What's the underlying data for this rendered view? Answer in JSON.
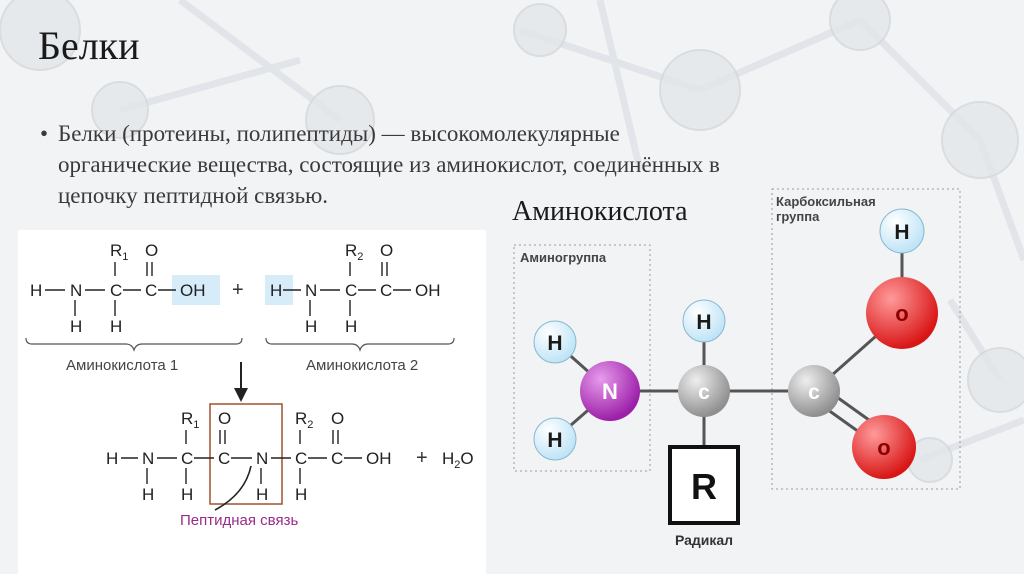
{
  "slide": {
    "title": "Белки",
    "bullet_marker": "•",
    "bullet_text": "Белки (протеины, полипептиды) — высокомолекулярные органические вещества, состоящие из аминокислот, соединённых в цепочку пептидной связью."
  },
  "reaction": {
    "h": "H",
    "n": "N",
    "c": "C",
    "o": "O",
    "oh": "OH",
    "r1": "R",
    "r1_sub": "1",
    "r2": "R",
    "r2_sub": "2",
    "plus": "+",
    "water": "H",
    "water_sub": "2",
    "water_o": "O",
    "label_aa1": "Аминокислота 1",
    "label_aa2": "Аминокислота 2",
    "peptide_bond_label": "Пептидная связь",
    "highlight_color": "#d6ecf8",
    "peptide_color": "#9a2b8a",
    "box_color": "#a0522d"
  },
  "molecule": {
    "title": "Аминокислота",
    "amino_group_label": "Аминогруппа",
    "carboxyl_group_label_1": "Карбоксильная",
    "carboxyl_group_label_2": "группа",
    "radical_label": "Радикал",
    "atom_h": "H",
    "atom_n": "N",
    "atom_c": "c",
    "atom_o": "o",
    "radical_symbol": "R",
    "colors": {
      "hydrogen": "#bfe4f7",
      "nitrogen": "#9b1fa8",
      "carbon": "#8f8f8f",
      "oxygen": "#d91616"
    }
  }
}
